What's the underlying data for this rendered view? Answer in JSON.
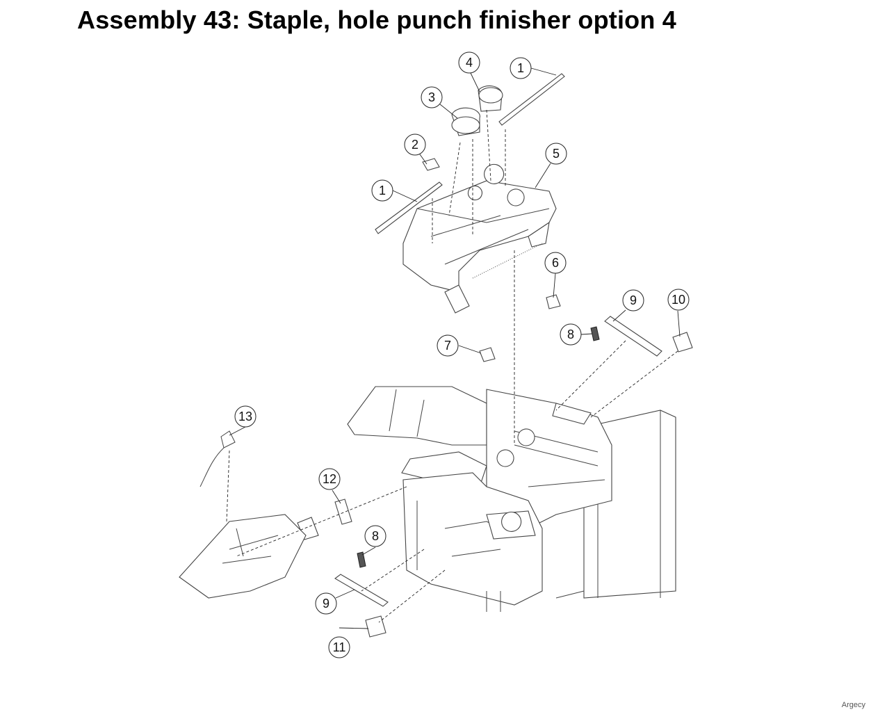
{
  "title": "Assembly 43: Staple, hole punch finisher option 4",
  "watermark": "Argecy",
  "callouts": [
    {
      "id": "c1a",
      "label": "1"
    },
    {
      "id": "c1b",
      "label": "1"
    },
    {
      "id": "c2",
      "label": "2"
    },
    {
      "id": "c3",
      "label": "3"
    },
    {
      "id": "c4",
      "label": "4"
    },
    {
      "id": "c5",
      "label": "5"
    },
    {
      "id": "c6",
      "label": "6"
    },
    {
      "id": "c7",
      "label": "7"
    },
    {
      "id": "c8a",
      "label": "8"
    },
    {
      "id": "c8b",
      "label": "8"
    },
    {
      "id": "c9a",
      "label": "9"
    },
    {
      "id": "c9b",
      "label": "9"
    },
    {
      "id": "c10",
      "label": "10"
    },
    {
      "id": "c11",
      "label": "11"
    },
    {
      "id": "c12",
      "label": "12"
    },
    {
      "id": "c13",
      "label": "13"
    }
  ]
}
